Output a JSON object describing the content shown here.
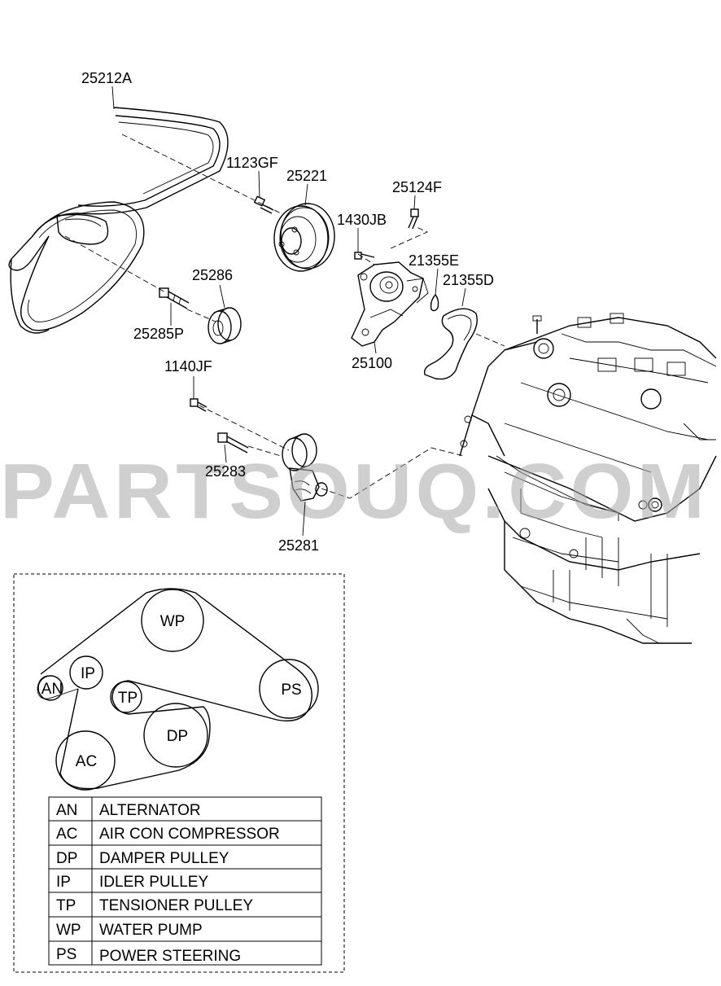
{
  "watermark": "PARTSOUQ.COM",
  "part_labels": [
    {
      "id": "belt",
      "text": "25212A"
    },
    {
      "id": "bolt-pulley",
      "text": "1123GF"
    },
    {
      "id": "wp-pulley",
      "text": "25221"
    },
    {
      "id": "bolt-pump-top",
      "text": "25124F"
    },
    {
      "id": "bolt-pump",
      "text": "1430JB"
    },
    {
      "id": "gasket-e",
      "text": "21355E"
    },
    {
      "id": "gasket-d",
      "text": "21355D"
    },
    {
      "id": "idler",
      "text": "25286"
    },
    {
      "id": "idler-bolt",
      "text": "25285P"
    },
    {
      "id": "water-pump",
      "text": "25100"
    },
    {
      "id": "tensioner-bolt-a",
      "text": "1140JF"
    },
    {
      "id": "tensioner-bolt-b",
      "text": "25283"
    },
    {
      "id": "tensioner",
      "text": "25281"
    }
  ],
  "layout_diagram": {
    "pulleys": [
      {
        "code": "WP"
      },
      {
        "code": "IP"
      },
      {
        "code": "AN"
      },
      {
        "code": "TP"
      },
      {
        "code": "PS"
      },
      {
        "code": "DP"
      },
      {
        "code": "AC"
      }
    ]
  },
  "legend": [
    {
      "code": "AN",
      "name": "ALTERNATOR"
    },
    {
      "code": "AC",
      "name": "AIR CON COMPRESSOR"
    },
    {
      "code": "DP",
      "name": "DAMPER PULLEY"
    },
    {
      "code": "IP",
      "name": "IDLER PULLEY"
    },
    {
      "code": "TP",
      "name": "TENSIONER PULLEY"
    },
    {
      "code": "WP",
      "name": "WATER PUMP"
    },
    {
      "code": "PS",
      "name": "POWER STEERING"
    }
  ]
}
